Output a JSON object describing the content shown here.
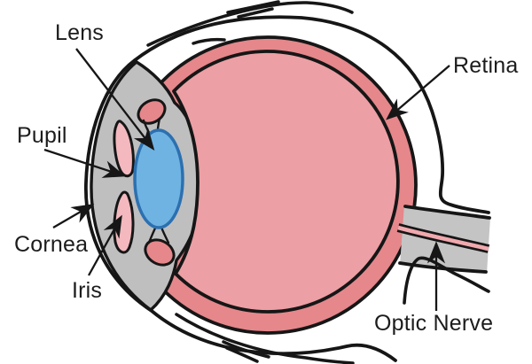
{
  "diagram": {
    "labels": {
      "lens": "Lens",
      "pupil": "Pupil",
      "cornea": "Cornea",
      "iris": "Iris",
      "retina": "Retina",
      "optic_nerve": "Optic Nerve"
    }
  },
  "colors": {
    "outline": "#161616",
    "retina_ring": "#e5878b",
    "vitreous": "#ec9fa4",
    "lens_fill": "#6fb3e3",
    "lens_border": "#2c70b0",
    "anterior_gray": "#bfbfbf",
    "optic_nerve_gray": "#c4c4c4",
    "iris_pink": "#f3b9be",
    "vessel_pink": "#f0a9ae"
  }
}
